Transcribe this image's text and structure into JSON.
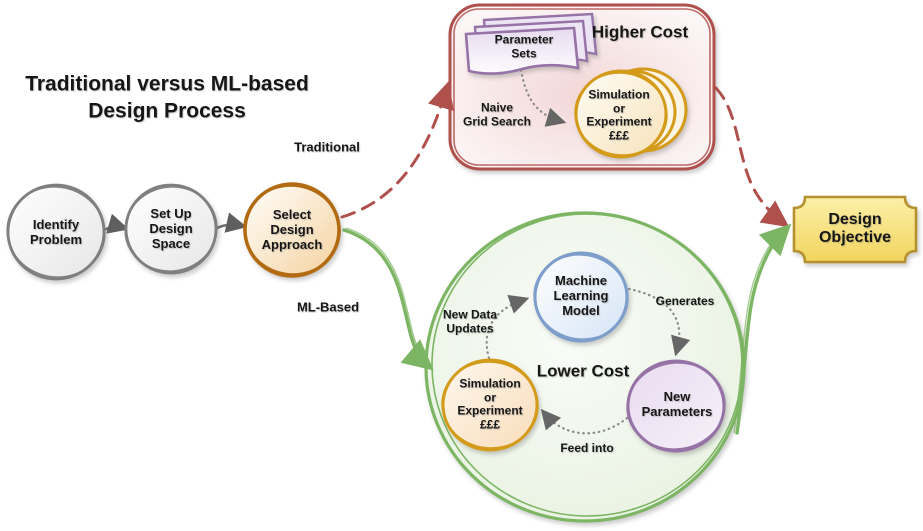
{
  "diagram": {
    "title": "Traditional versus ML-based\nDesign Process",
    "flow": {
      "steps": [
        {
          "label": "Identify\nProblem"
        },
        {
          "label": "Set Up\nDesign\nSpace"
        },
        {
          "label": "Select\nDesign\nApproach"
        }
      ],
      "branches": {
        "traditional": "Traditional",
        "ml_based": "ML-Based"
      }
    },
    "traditional_branch": {
      "title": "Higher Cost",
      "parameter_sets": "Parameter\nSets",
      "search_label": "Naive\nGrid Search",
      "simulation": "Simulation\nor\nExperiment\n£££"
    },
    "ml_branch": {
      "title": "Lower Cost",
      "model": "Machine\nLearning\nModel",
      "generates_label": "Generates",
      "new_parameters": "New\nParameters",
      "feed_into_label": "Feed into",
      "new_data_label": "New Data\nUpdates",
      "simulation": "Simulation\nor\nExperiment\n£££"
    },
    "objective": "Design\nObjective",
    "colors": {
      "traditional_path": "#b0504c",
      "ml_path": "#7cb563",
      "cost_node_border": "#d49b1a",
      "parameters_node_border": "#9673a6",
      "model_node_border": "#7d9ecb",
      "decision_node_border": "#b26b12",
      "objective_border": "#b5922f",
      "neutral_node_border": "#7f7f7f"
    }
  }
}
